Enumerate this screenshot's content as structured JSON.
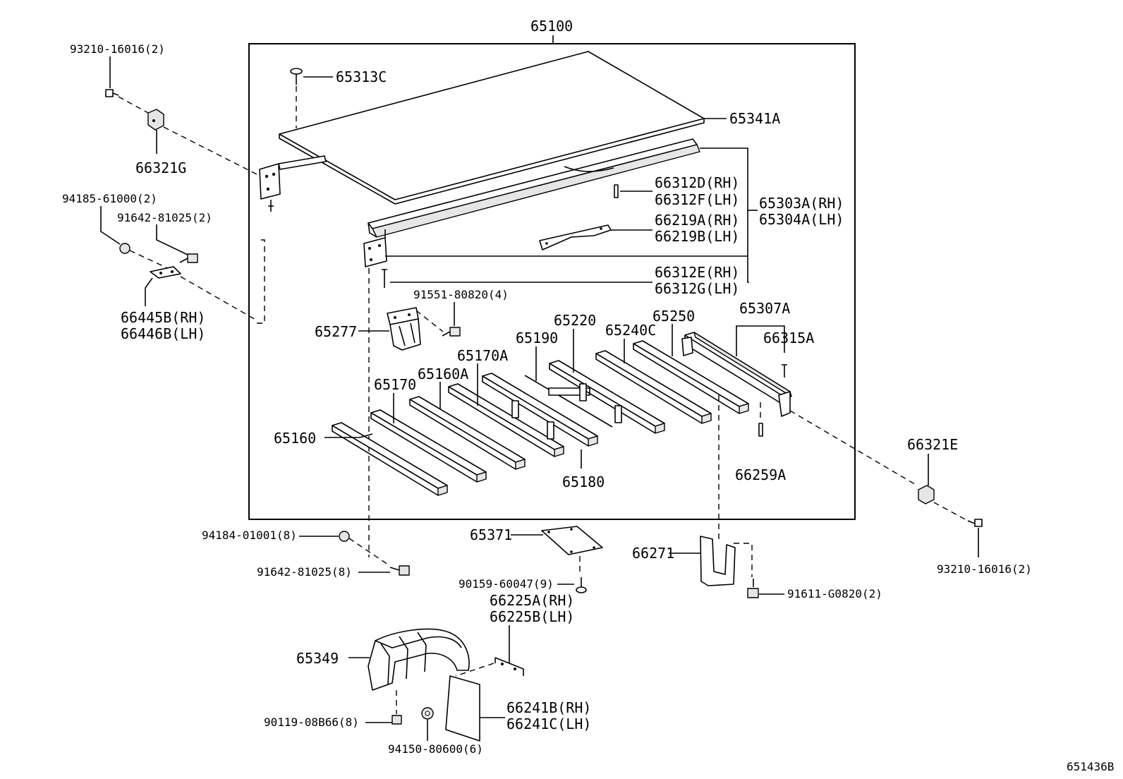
{
  "diagram": {
    "drawing_number": "651436B",
    "assembly": {
      "part_no": "65100"
    },
    "labels": {
      "p93210_16016_top": "93210-16016(2)",
      "p66321G": "66321G",
      "p94185_61000": "94185-61000(2)",
      "p91642_81025_2": "91642-81025(2)",
      "p66445B": "66445B(RH)",
      "p66446B": "66446B(LH)",
      "p65313C": "65313C",
      "p65341A": "65341A",
      "p66312D": "66312D(RH)",
      "p66312F": "66312F(LH)",
      "p65303A": "65303A(RH)",
      "p65304A": "65304A(LH)",
      "p66219A": "66219A(RH)",
      "p66219B": "66219B(LH)",
      "p66312E": "66312E(RH)",
      "p66312G": "66312G(LH)",
      "p91551_80820": "91551-80820(4)",
      "p65277": "65277",
      "p65220": "65220",
      "p65240C": "65240C",
      "p65250": "65250",
      "p65307A": "65307A",
      "p66315A": "66315A",
      "p65190": "65190",
      "p65170A": "65170A",
      "p65170": "65170",
      "p65160A": "65160A",
      "p65160": "65160",
      "p65180": "65180",
      "p66259A": "66259A",
      "p66321E": "66321E",
      "p93210_16016_right": "93210-16016(2)",
      "p94184_01001": "94184-01001(8)",
      "p91642_81025_8": "91642-81025(8)",
      "p65371": "65371",
      "p90159_60047": "90159-60047(9)",
      "p66271": "66271",
      "p91611_G0820": "91611-G0820(2)",
      "p66225A": "66225A(RH)",
      "p66225B": "66225B(LH)",
      "p65349": "65349",
      "p66241B": "66241B(RH)",
      "p66241C": "66241C(LH)",
      "p90119_08B66": "90119-08B66(8)",
      "p94150_80600": "94150-80600(6)"
    }
  }
}
